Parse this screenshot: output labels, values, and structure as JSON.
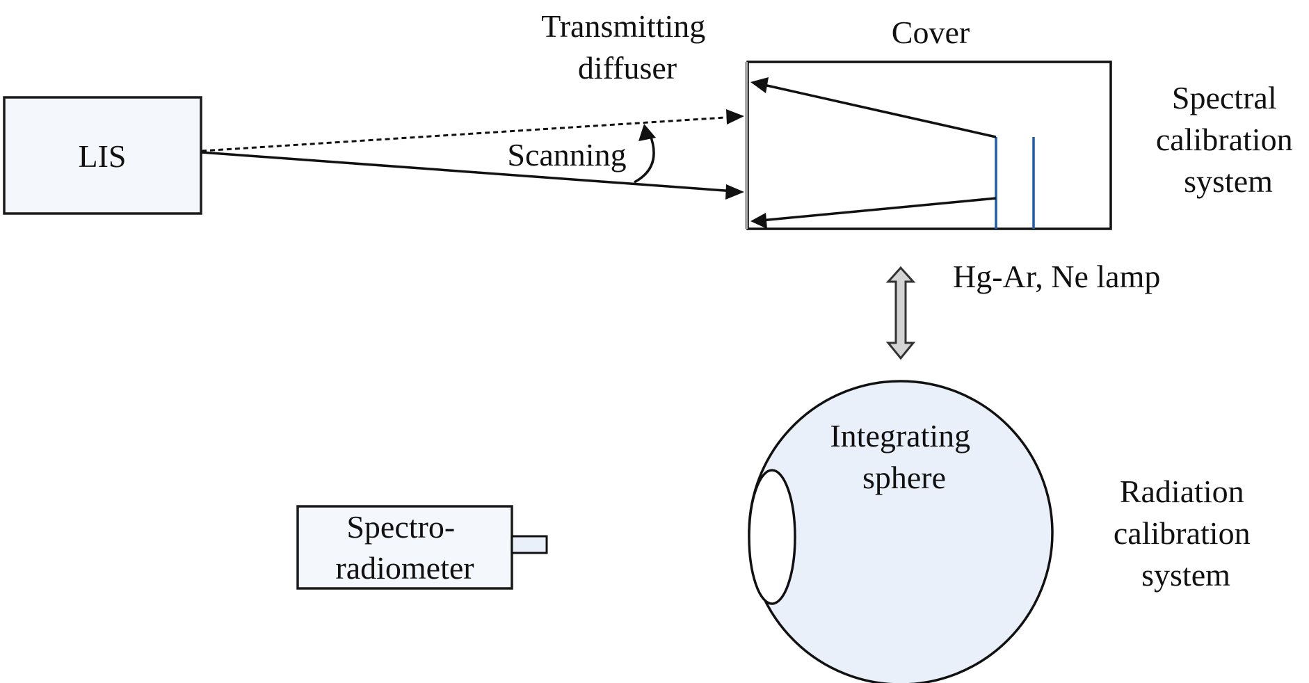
{
  "labels": {
    "lis": "LIS",
    "transmitting_diffuser": [
      "Transmitting",
      "diffuser"
    ],
    "cover": "Cover",
    "scanning": "Scanning",
    "spectral_calibration_system": [
      "Spectral",
      "calibration",
      "system"
    ],
    "lamp": "Hg-Ar, Ne lamp",
    "integrating_sphere": [
      "Integrating",
      "sphere"
    ],
    "radiation_calibration_system": [
      "Radiation",
      "calibration",
      "system"
    ],
    "spectroradiometer": [
      "Spectro-",
      "radiometer"
    ]
  },
  "colors": {
    "stroke": "#111111",
    "box_fill": "#f4f7fb",
    "sphere_fill": "#eaf0fa",
    "lamp_line": "#1f5fa8",
    "double_arrow_fill": "#d4d4d4",
    "diffuser": "#aaaaaa"
  }
}
